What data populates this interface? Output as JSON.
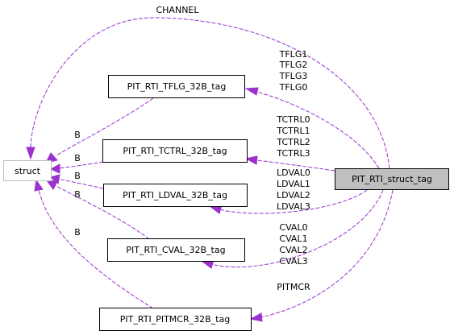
{
  "nodes": {
    "struct": "struct",
    "tflg": "PIT_RTI_TFLG_32B_tag",
    "tctrl": "PIT_RTI_TCTRL_32B_tag",
    "ldval": "PIT_RTI_LDVAL_32B_tag",
    "cval": "PIT_RTI_CVAL_32B_tag",
    "pitmcr": "PIT_RTI_PITMCR_32B_tag",
    "main": "PIT_RTI_struct_tag"
  },
  "labels": {
    "channel": "CHANNEL",
    "b": "B",
    "tflg": [
      "TFLG1",
      "TFLG2",
      "TFLG3",
      "TFLG0"
    ],
    "tctrl": [
      "TCTRL0",
      "TCTRL1",
      "TCTRL2",
      "TCTRL3"
    ],
    "ldval": [
      "LDVAL0",
      "LDVAL1",
      "LDVAL2",
      "LDVAL3"
    ],
    "cval": [
      "CVAL0",
      "CVAL1",
      "CVAL2",
      "CVAL3"
    ],
    "pitmcr": "PITMCR"
  },
  "colors": {
    "edge": "#9a32cd",
    "struct_border": "#bfbfbf",
    "main_fill": "#bfbfbf"
  }
}
